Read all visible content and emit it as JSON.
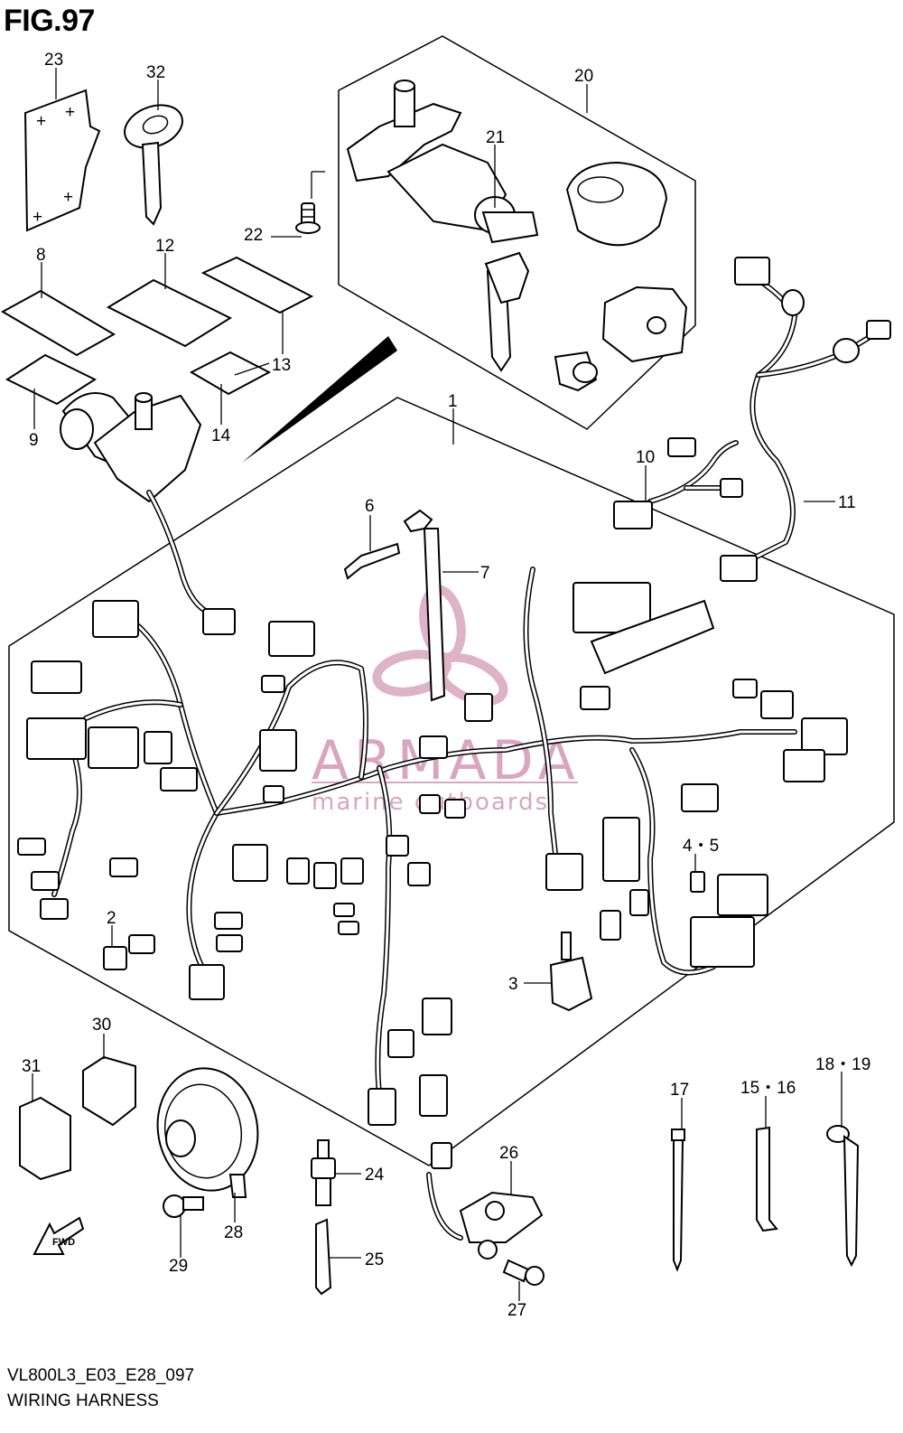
{
  "figure": {
    "title": "FIG.97",
    "code": "VL800L3_E03_E28_097",
    "name": "WIRING HARNESS"
  },
  "watermark": {
    "brand": "ARMADA",
    "tagline": "marine outboards",
    "color": "#d9a6bd"
  },
  "callouts": {
    "c1": "1",
    "c2": "2",
    "c3": "3",
    "c45": "4・5",
    "c6": "6",
    "c7": "7",
    "c8": "8",
    "c9": "9",
    "c10": "10",
    "c11": "11",
    "c12": "12",
    "c13": "13",
    "c14": "14",
    "c1516": "15・16",
    "c17": "17",
    "c1819": "18・19",
    "c20": "20",
    "c21": "21",
    "c22": "22",
    "c23": "23",
    "c24": "24",
    "c25": "25",
    "c26": "26",
    "c27": "27",
    "c28": "28",
    "c29": "29",
    "c30": "30",
    "c31": "31",
    "c32": "32"
  },
  "fwd_label": "FWD"
}
